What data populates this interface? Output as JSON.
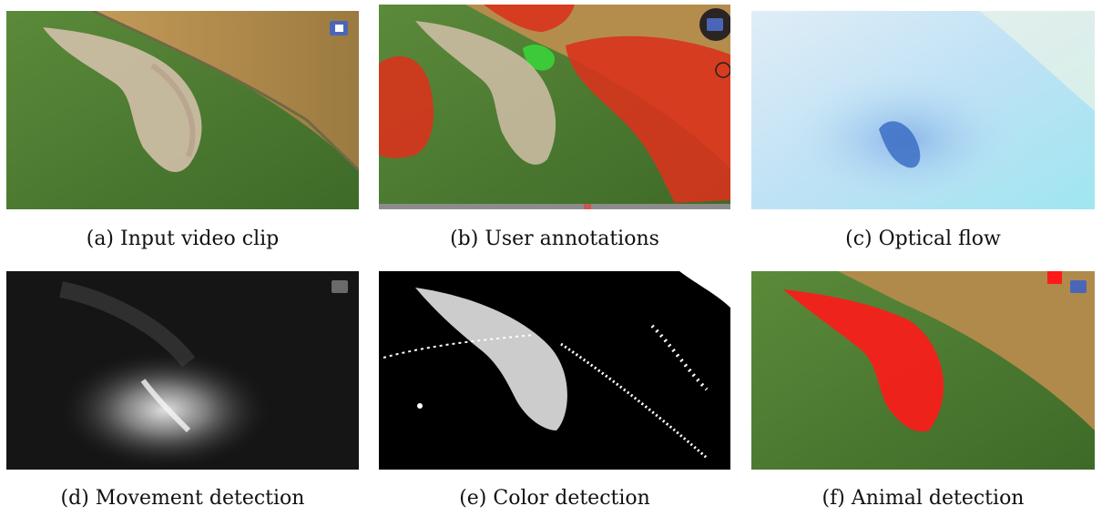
{
  "figure": {
    "panels": [
      {
        "id": "a",
        "caption": "(a) Input video clip"
      },
      {
        "id": "b",
        "caption": "(b) User annotations"
      },
      {
        "id": "c",
        "caption": "(c) Optical flow"
      },
      {
        "id": "d",
        "caption": "(d) Movement detection"
      },
      {
        "id": "e",
        "caption": "(e) Color detection"
      },
      {
        "id": "f",
        "caption": "(f) Animal detection"
      }
    ]
  },
  "colors": {
    "grass": "#4f7d33",
    "field": "#b08a4a",
    "annotation_red": "#d8331c",
    "annotation_green": "#3ad33a",
    "detection_red": "#ff1a1a",
    "flow_light": "#cfe8f8",
    "flow_blue": "#3c6fc4"
  }
}
